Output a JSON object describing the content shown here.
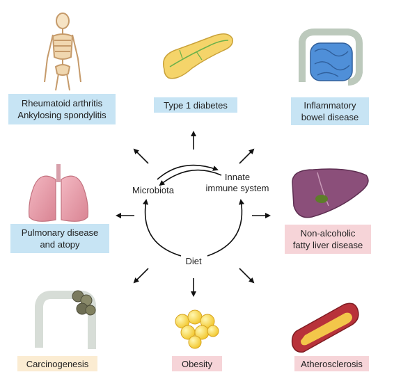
{
  "center": {
    "microbiota": "Microbiota",
    "innate": "Innate\nimmune system",
    "diet": "Diet"
  },
  "conditions": [
    {
      "id": "ra",
      "label": "Rheumatoid arthritis\nAnkylosing spondylitis",
      "icon": "skeleton-icon",
      "box_color": "#c7e4f4"
    },
    {
      "id": "t1d",
      "label": "Type 1 diabetes",
      "icon": "pancreas-icon",
      "box_color": "#c7e4f4"
    },
    {
      "id": "ibd",
      "label": "Inflammatory\nbowel disease",
      "icon": "intestine-icon",
      "box_color": "#c7e4f4"
    },
    {
      "id": "pulm",
      "label": "Pulmonary disease\nand atopy",
      "icon": "lungs-icon",
      "box_color": "#c7e4f4"
    },
    {
      "id": "nafld",
      "label": "Non-alcoholic\nfatty liver disease",
      "icon": "liver-icon",
      "box_color": "#f6d4d8"
    },
    {
      "id": "carc",
      "label": "Carcinogenesis",
      "icon": "colon-tumor-icon",
      "box_color": "#fbecd2"
    },
    {
      "id": "obes",
      "label": "Obesity",
      "icon": "fat-cells-icon",
      "box_color": "#f6d4d8"
    },
    {
      "id": "ath",
      "label": "Atherosclerosis",
      "icon": "artery-plaque-icon",
      "box_color": "#f6d4d8"
    }
  ]
}
